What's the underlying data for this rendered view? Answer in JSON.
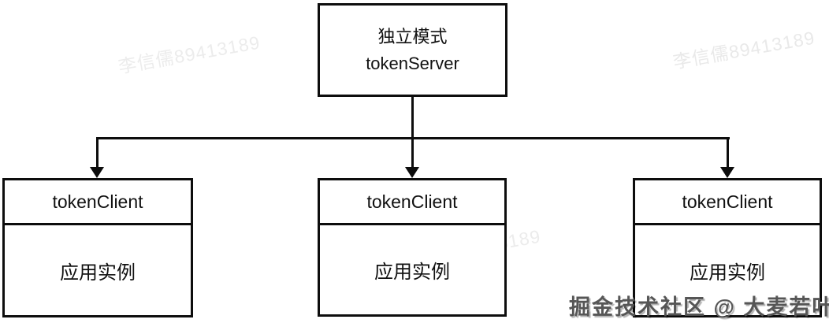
{
  "diagram": {
    "root": {
      "line1": "独立模式",
      "line2": "tokenServer"
    },
    "children": [
      {
        "header": "tokenClient",
        "body": "应用实例"
      },
      {
        "header": "tokenClient",
        "body": "应用实例"
      },
      {
        "header": "tokenClient",
        "body": "应用实例"
      }
    ]
  },
  "watermarks": {
    "repeat_text": "李信儒89413189",
    "credit": "掘金技术社区 @ 大麦若叶茶"
  },
  "colors": {
    "line": "#0d0d0d",
    "background": "#ffffff",
    "watermark_light": "#ececec",
    "credit_gray": "#565656"
  }
}
